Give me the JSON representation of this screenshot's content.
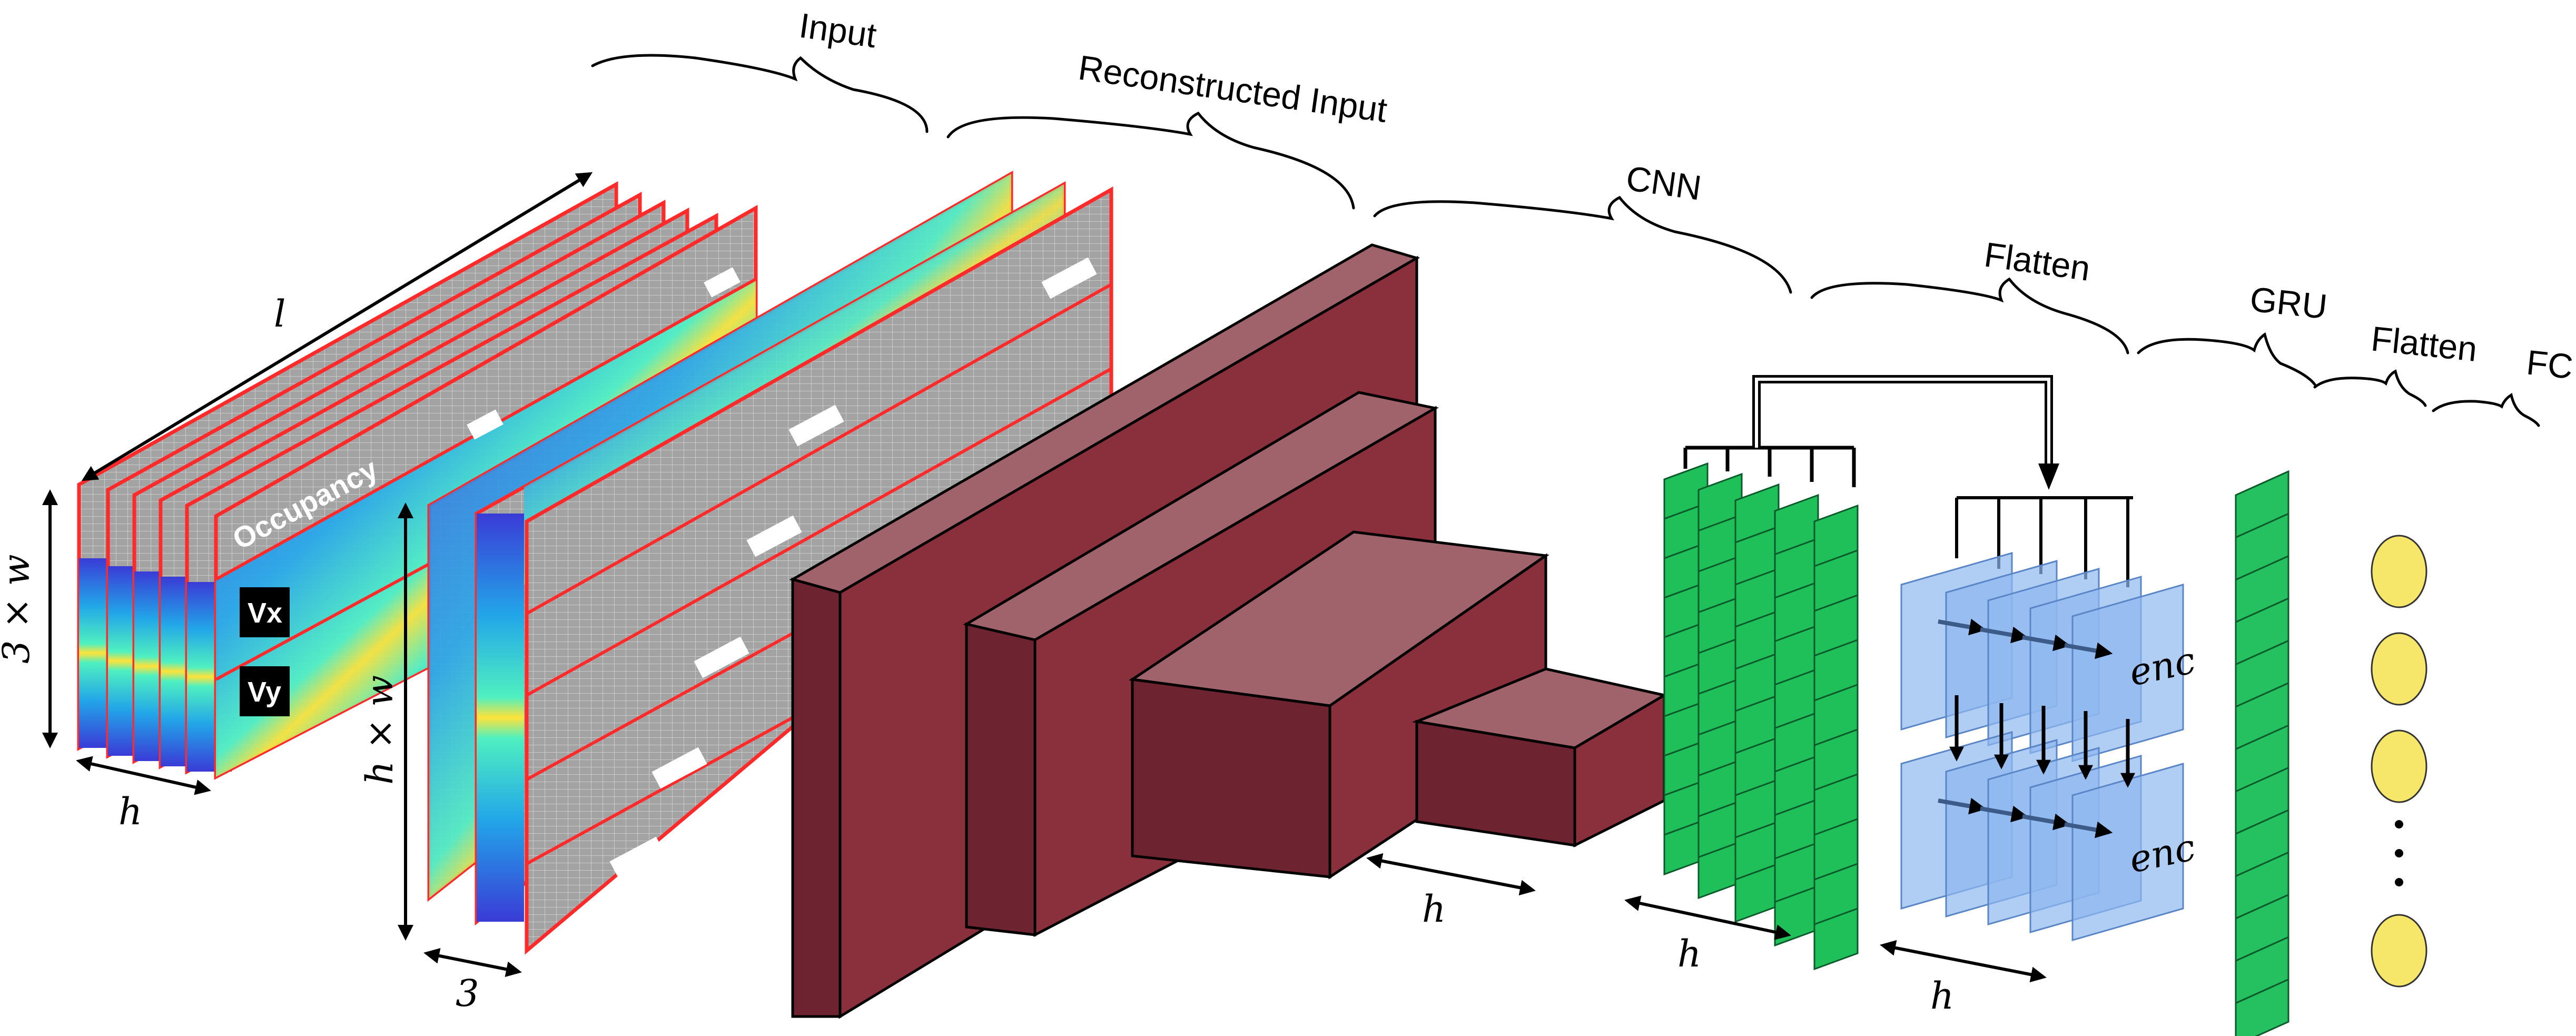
{
  "labels": {
    "input": "Input",
    "reconstructed_input": "Reconstructed Input",
    "cnn": "CNN",
    "flatten_1": "Flatten",
    "gru": "GRU",
    "flatten_2": "Flatten",
    "fc": "FC"
  },
  "channel_labels": {
    "occupancy": "Occupancy",
    "vx": "Vx",
    "vy": "Vy"
  },
  "dims": {
    "l": "l",
    "three_w": "3 × w",
    "h_x_w": "h × w",
    "h_input": "h",
    "three": "3",
    "h_cnn": "h",
    "h_flatten": "h",
    "h_enc": "h"
  },
  "enc_label": "enc",
  "fc_dots": "⋮",
  "colors": {
    "frame_red": "#ff2a2a",
    "grid_gray": "#9a9a9a",
    "cnn_dark": "#7a2a35",
    "cnn_top": "#9e5a62",
    "green": "#1fbf5a",
    "blue_panel": "#8fb8f0",
    "gru_green": "#25c060",
    "fc_yellow": "#f6e66a"
  }
}
